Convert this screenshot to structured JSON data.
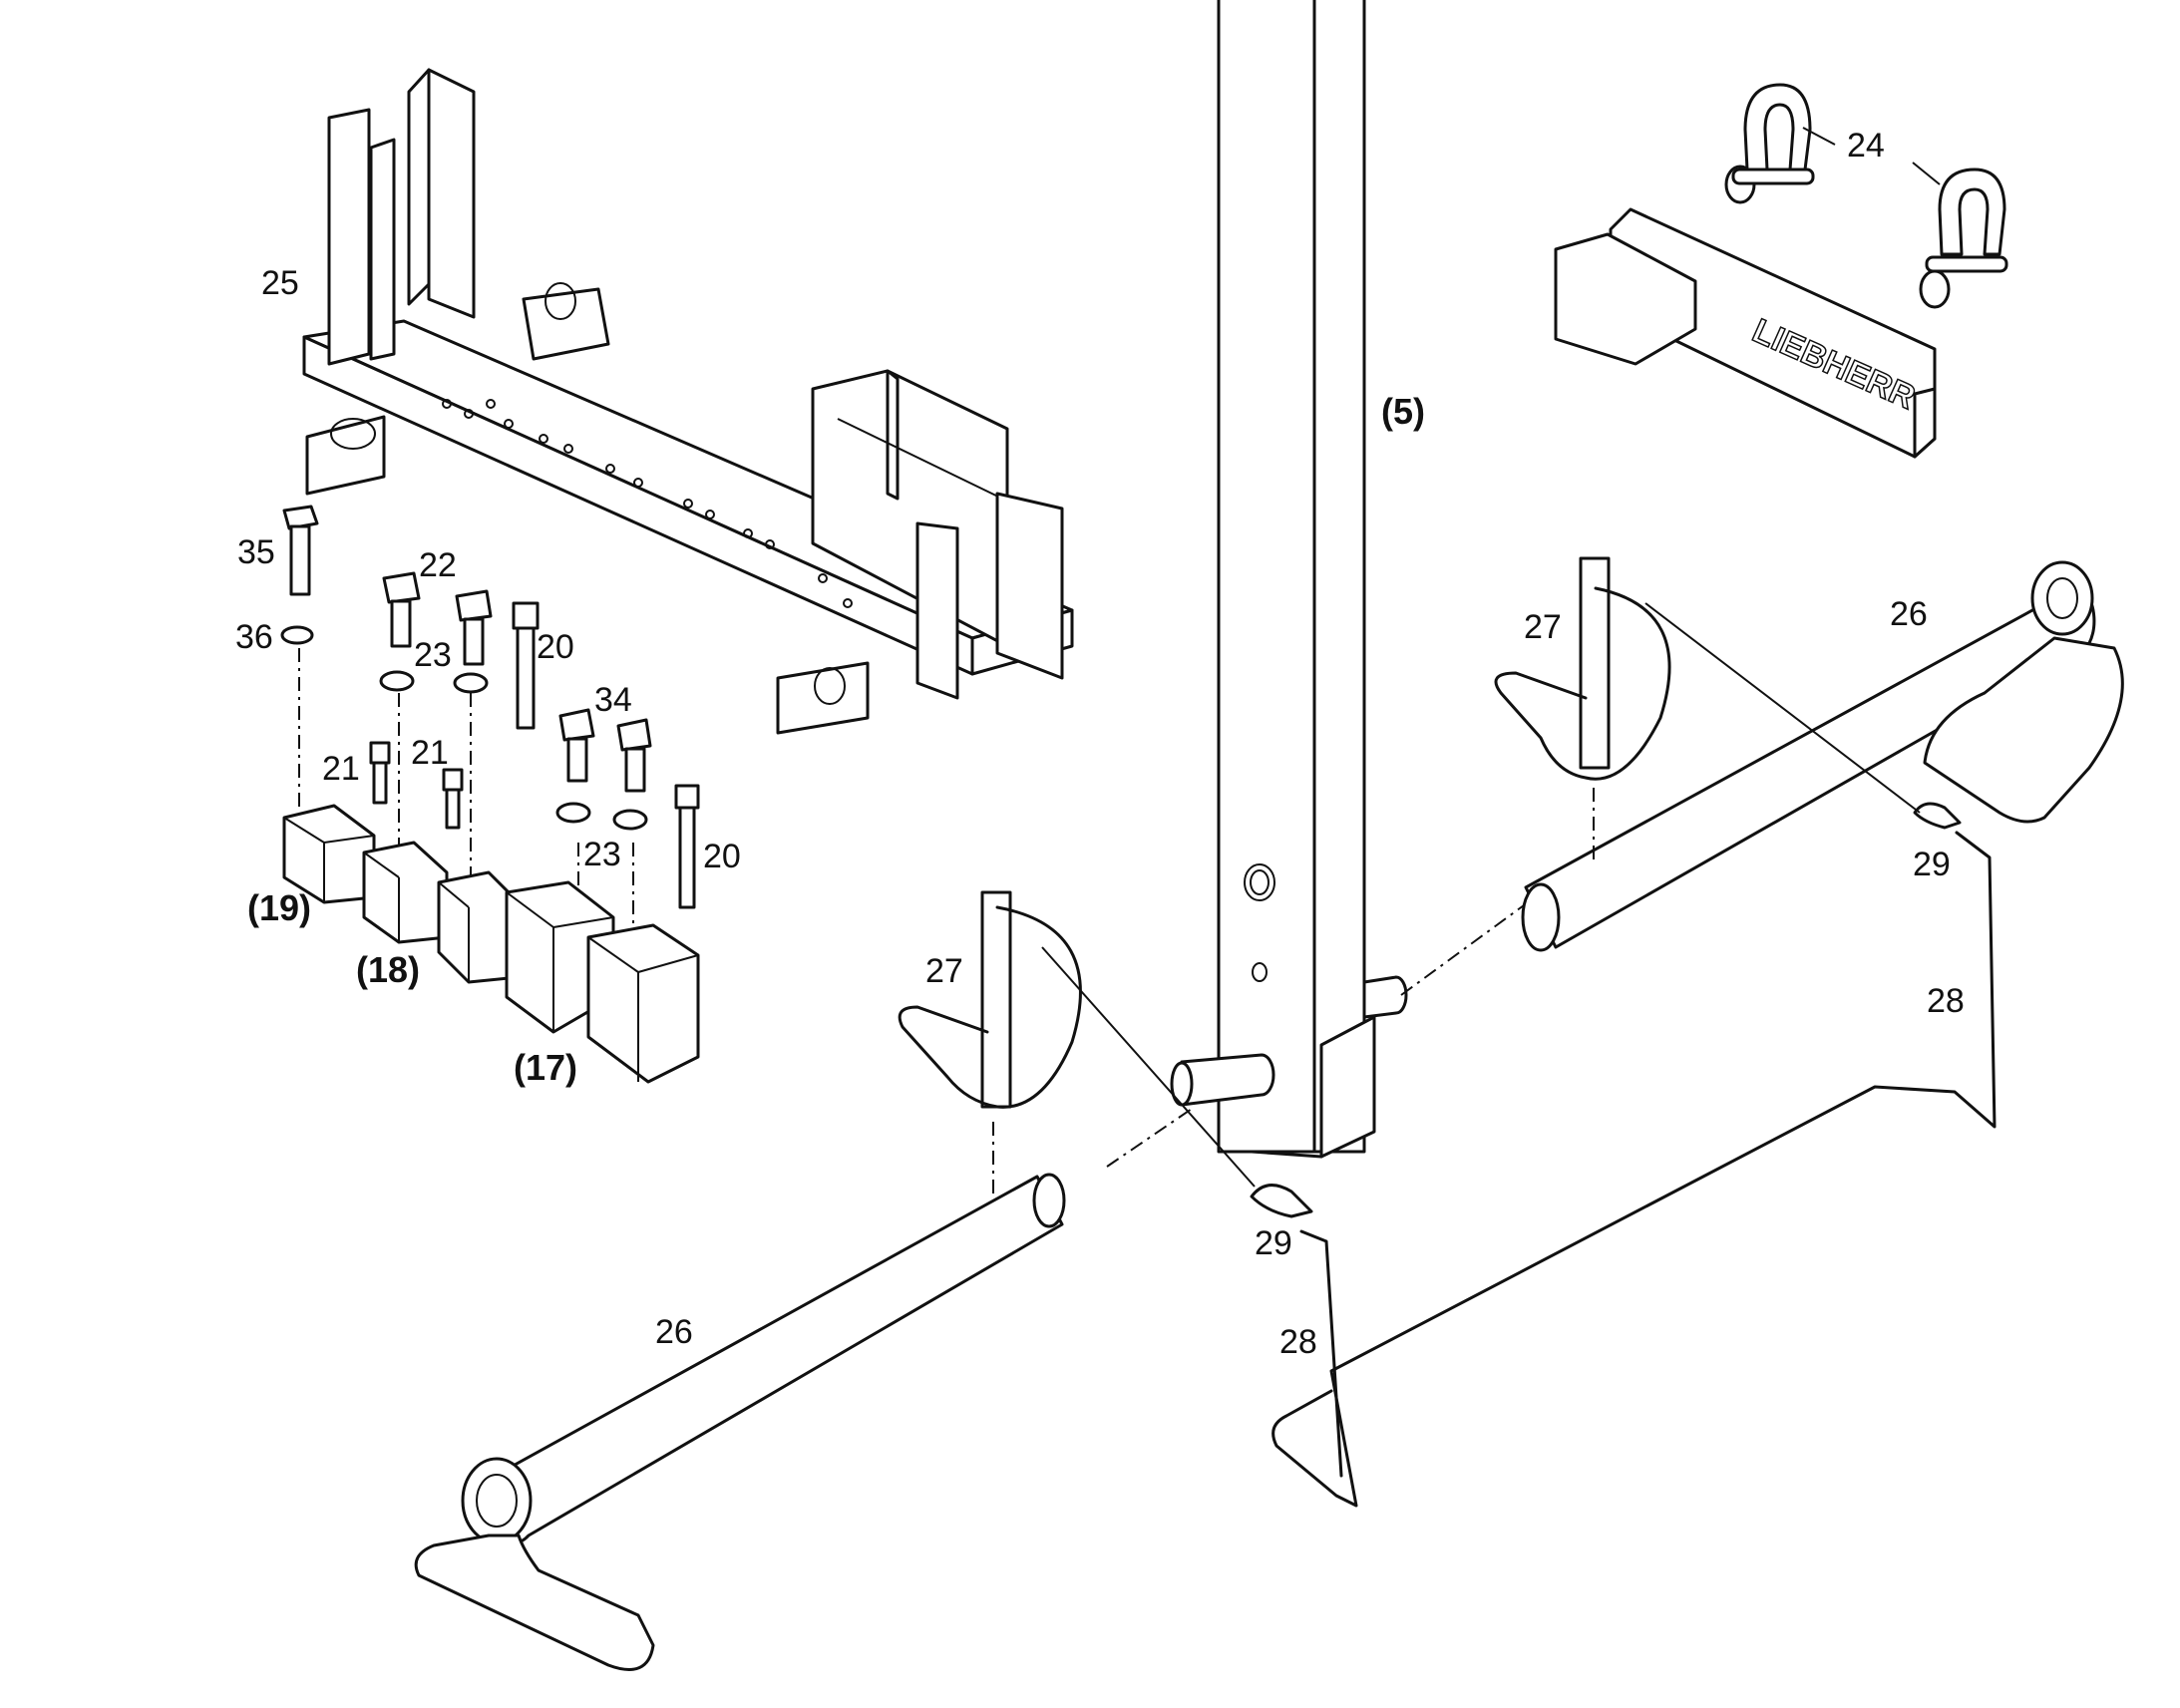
{
  "labels": {
    "p5": "(5)",
    "p17": "(17)",
    "p18": "(18)",
    "p19": "(19)",
    "p20a": "20",
    "p20b": "20",
    "p21a": "21",
    "p21b": "21",
    "p22": "22",
    "p23a": "23",
    "p23b": "23",
    "p24": "24",
    "p25": "25",
    "p26a": "26",
    "p26b": "26",
    "p27a": "27",
    "p27b": "27",
    "p28a": "28",
    "p28b": "28",
    "p29a": "29",
    "p29b": "29",
    "p34": "34",
    "p35": "35",
    "p36": "36"
  },
  "logo_text": "LIEBHERR"
}
